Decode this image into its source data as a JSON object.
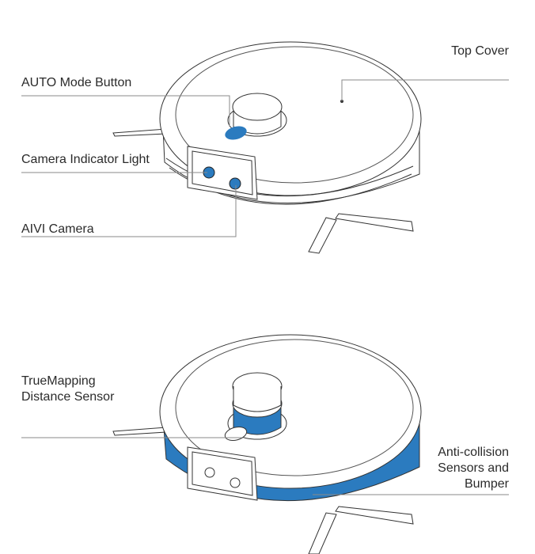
{
  "colors": {
    "accent": "#2b7bbf",
    "line": "#333333",
    "leader": "#8a8a8a",
    "background": "#ffffff"
  },
  "top_figure": {
    "labels": {
      "top_cover": "Top Cover",
      "auto_mode_button": "AUTO Mode Button",
      "camera_indicator_light": "Camera Indicator Light",
      "aivi_camera": "AIVI Camera"
    }
  },
  "bottom_figure": {
    "labels": {
      "truemapping_line1": "TrueMapping",
      "truemapping_line2": "Distance Sensor",
      "anticollision_line1": "Anti-collision",
      "anticollision_line2": "Sensors and",
      "anticollision_line3": "Bumper"
    }
  }
}
